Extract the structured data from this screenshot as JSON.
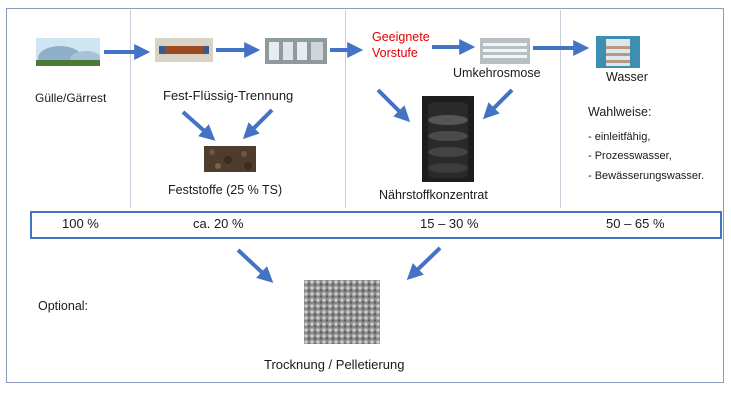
{
  "colors": {
    "arrow": "#4472c4",
    "accent_red": "#e00000",
    "frame": "#8a9ab8"
  },
  "stages": {
    "input": "Gülle/Gärrest",
    "separation": "Fest-Flüssig-Trennung",
    "solids": "Feststoffe (25 % TS)",
    "pre_stage_line1": "Geeignete",
    "pre_stage_line2": "Vorstufe",
    "reverse_osmosis": "Umkehrosmose",
    "concentrate": "Nährstoffkonzentrat",
    "water": "Wasser",
    "optional_label": "Optional:",
    "drying": "Trocknung / Pelletierung"
  },
  "water_options": {
    "heading": "Wahlweise:",
    "items": [
      "- einleitfähig,",
      "- Prozesswasser,",
      "- Bewässerungswasser."
    ]
  },
  "percentages": [
    "100 %",
    "ca. 20 %",
    "15 – 30 %",
    "50 – 65 %"
  ],
  "images": [
    "biogas-plant-image",
    "screw-press-image",
    "filtration-unit-image",
    "ro-unit-image",
    "water-glass-image",
    "solids-image",
    "concentrate-jar-image",
    "pellets-image"
  ]
}
